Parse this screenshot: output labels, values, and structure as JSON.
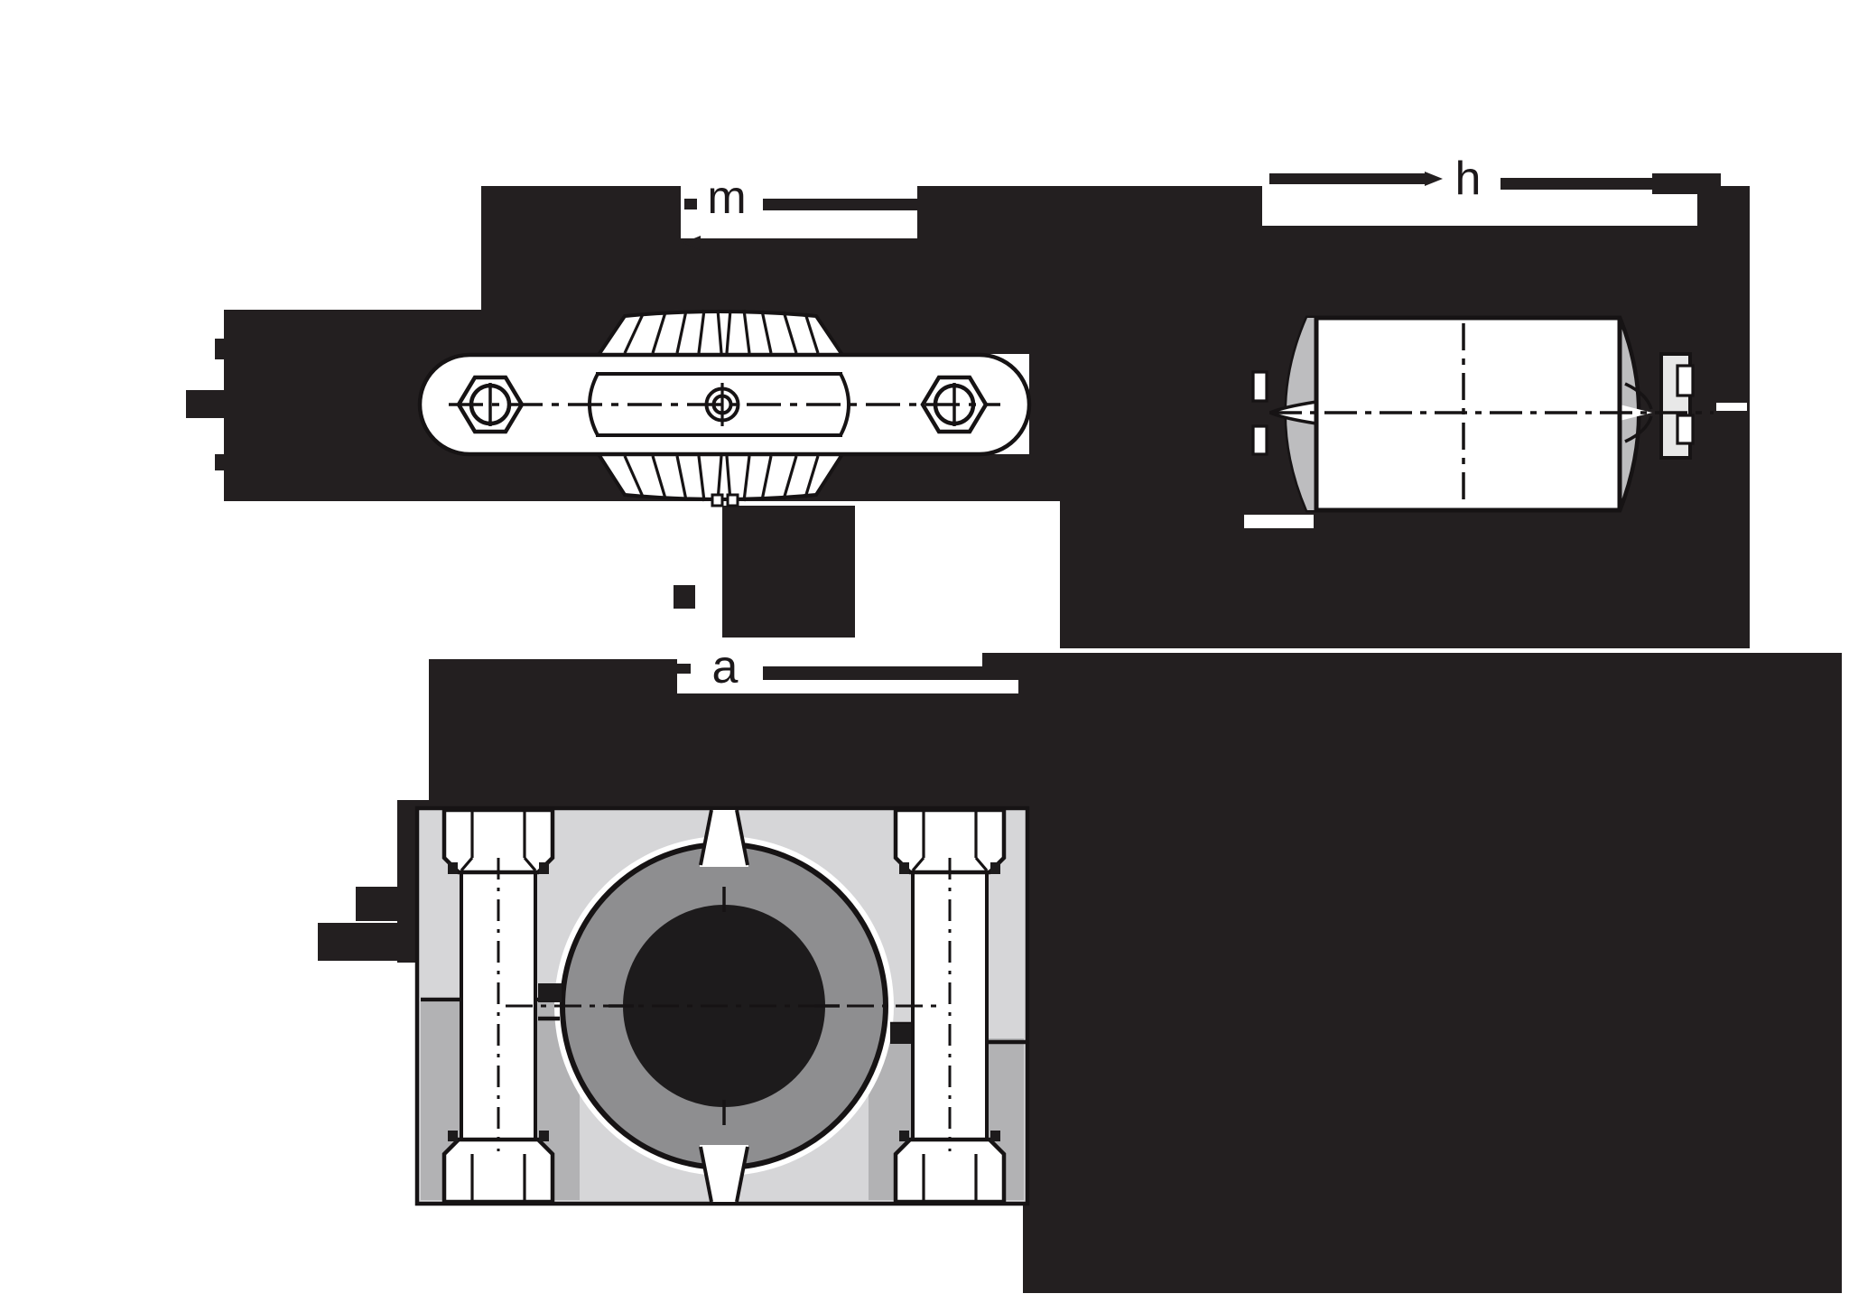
{
  "drawing": {
    "kind": "technical-drawing",
    "views": {
      "top_view": "clamp plan view with two hex nuts, serrated insert barrels and centre hole",
      "side_view": "clamp side elevation with clamping inserts",
      "front_view": "clamp cross-section with two bolts and large bore"
    }
  },
  "labels": {
    "m": "m",
    "h": "h",
    "a": "a"
  },
  "colors": {
    "blackout": "#231f20",
    "line": "#161314",
    "body_gray": "#d6d6d8",
    "mid_gray": "#b2b2b4",
    "ring_gray": "#8e8e90",
    "bore_black": "#1d1b1c",
    "tab_gray": "#e8e8e8",
    "wedge_gray": "#bdbdbf"
  }
}
